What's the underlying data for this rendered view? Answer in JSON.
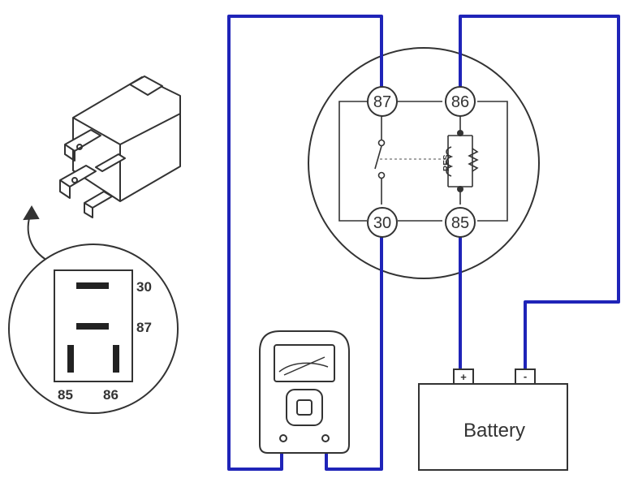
{
  "relay_terminals": {
    "t87": "87",
    "t86": "86",
    "t30": "30",
    "t85": "85"
  },
  "coil_label": "RES",
  "pinout_labels": {
    "p30": "30",
    "p87": "87",
    "p85": "85",
    "p86": "86"
  },
  "battery": {
    "label": "Battery",
    "positive": "+",
    "negative": "-"
  },
  "colors": {
    "wire": "#1f24b8",
    "line": "#333333",
    "background": "#ffffff"
  },
  "icons": {
    "relay_3d": "relay-icon",
    "multimeter": "multimeter-icon",
    "pointer_arrow": "curved-arrow-icon"
  }
}
